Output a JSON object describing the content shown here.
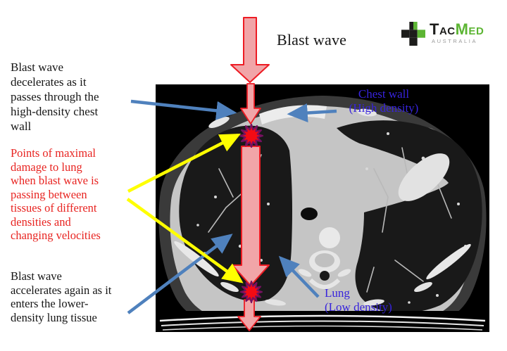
{
  "title": {
    "text": "Blast wave"
  },
  "logo": {
    "name": "TacMed Australia",
    "word_tac": "Tac",
    "word_med": "Med",
    "subtext": "AUSTRALIA"
  },
  "annotations": {
    "decelerate": "Blast wave\ndecelerates as it\npasses through the\nhigh-density chest\nwall",
    "max_damage": "Points of maximal\ndamage to lung\nwhen blast wave is\npassing between\ntissues of different\ndensities and\nchanging velocities",
    "accelerate": "Blast wave\naccelerates again as it\nenters the lower-\ndensity lung tissue",
    "chest_wall": "Chest wall\n(High density)",
    "lung": "Lung\n(Low density)"
  },
  "colors": {
    "blast_arrow_fill": "#f1a5a8",
    "blast_arrow_stroke": "#ed1c24",
    "pointer_blue": "#4f81bd",
    "pointer_yellow": "#ffff00",
    "starburst_fill": "#f40b14",
    "starburst_stroke": "#76105f",
    "label_blue": "#3723dc",
    "red_text": "#e82421",
    "black_text": "#161616",
    "logo_green": "#5cb533",
    "logo_black": "#1d1d1b"
  }
}
